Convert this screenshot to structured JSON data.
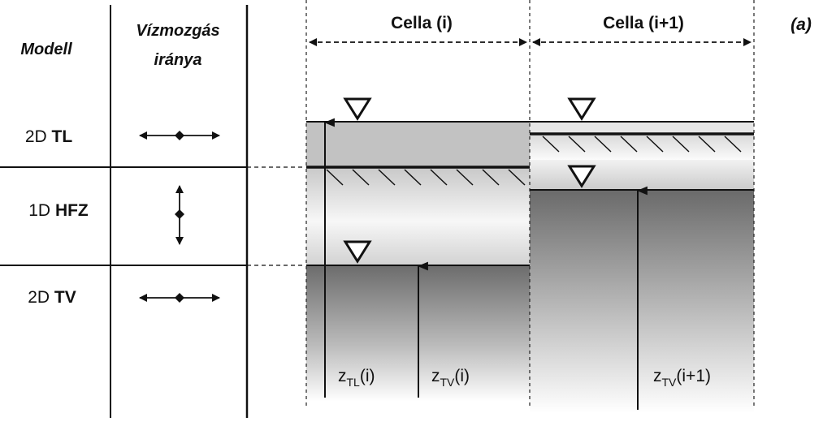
{
  "header": {
    "model_col": "Modell",
    "direction_col_line1": "Vízmozgás",
    "direction_col_line2": "iránya",
    "panel_label": "(a)"
  },
  "rows": [
    {
      "dim": "2D",
      "name": "TL",
      "direction": "horizontal"
    },
    {
      "dim": "1D",
      "name": "HFZ",
      "direction": "vertical"
    },
    {
      "dim": "2D",
      "name": "TV",
      "direction": "horizontal"
    }
  ],
  "cells": [
    {
      "label": "Cella (i)"
    },
    {
      "label": "Cella (i+1)"
    }
  ],
  "elevations": [
    {
      "base": "z",
      "sub": "TL",
      "suffix": "(i)"
    },
    {
      "base": "z",
      "sub": "TV",
      "suffix": "(i)"
    },
    {
      "base": "z",
      "sub": "TV",
      "suffix": "(i+1)"
    }
  ],
  "colors": {
    "surface_layer": "#c2c2c2",
    "lower_dark": "#6c6c6c",
    "line": "#111111"
  }
}
